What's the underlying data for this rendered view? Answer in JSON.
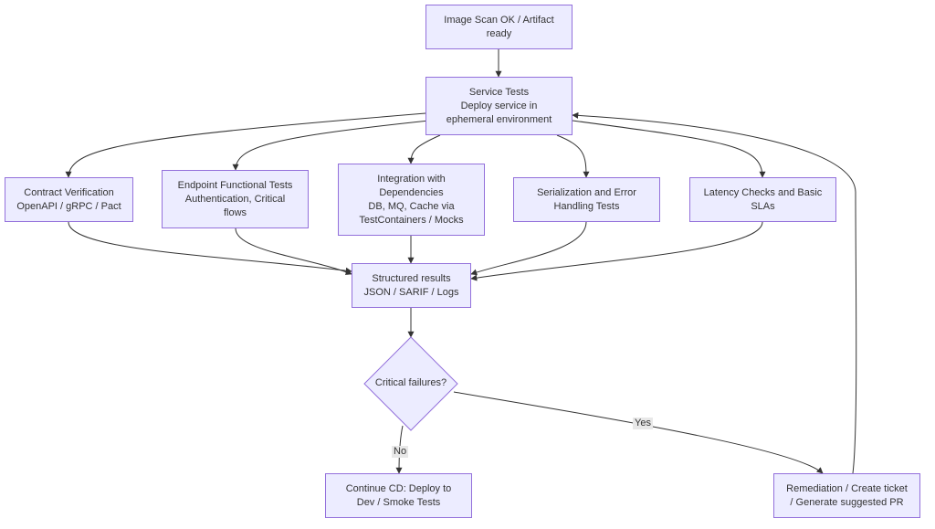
{
  "nodes": {
    "image_scan": "Image Scan OK / Artifact\nready",
    "service_tests": "Service Tests\nDeploy service in\nephemeral environment",
    "contract": "Contract Verification\nOpenAPI / gRPC / Pact",
    "endpoint": "Endpoint Functional Tests\nAuthentication, Critical\nflows",
    "integration": "Integration with\nDependencies\nDB, MQ, Cache via\nTestContainers / Mocks",
    "serialization": "Serialization and Error\nHandling Tests",
    "latency": "Latency Checks and Basic\nSLAs",
    "structured": "Structured results\nJSON / SARIF / Logs",
    "decision": "Critical failures?",
    "continue_cd": "Continue CD: Deploy to\nDev / Smoke Tests",
    "remediation": "Remediation / Create ticket\n/ Generate suggested PR"
  },
  "edge_labels": {
    "no": "No",
    "yes": "Yes"
  },
  "colors": {
    "node_fill": "#ececff",
    "node_border": "#9370db",
    "edge": "#333333",
    "label_bg": "#e8e8e8"
  }
}
